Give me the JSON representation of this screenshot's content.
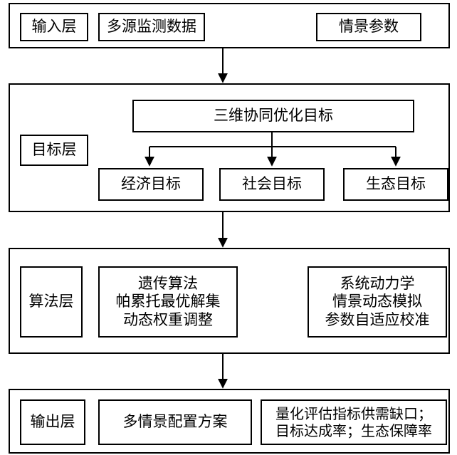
{
  "input_layer": {
    "label": "输入层",
    "data_box": "多源监测数据",
    "params_box": "情景参数"
  },
  "goal_layer": {
    "label": "目标层",
    "top_goal": "三维协同优化目标",
    "sub_goals": [
      "经济目标",
      "社会目标",
      "生态目标"
    ]
  },
  "algorithm_layer": {
    "label": "算法层",
    "left_box": [
      "遗传算法",
      "帕累托最优解集",
      "动态权重调整"
    ],
    "right_box": [
      "系统动力学",
      "情景动态模拟",
      "参数自适应校准"
    ]
  },
  "output_layer": {
    "label": "输出层",
    "plan_box": "多情景配置方案",
    "metrics_box": [
      "量化评估指标供需缺口；",
      "目标达成率；生态保障率"
    ]
  }
}
